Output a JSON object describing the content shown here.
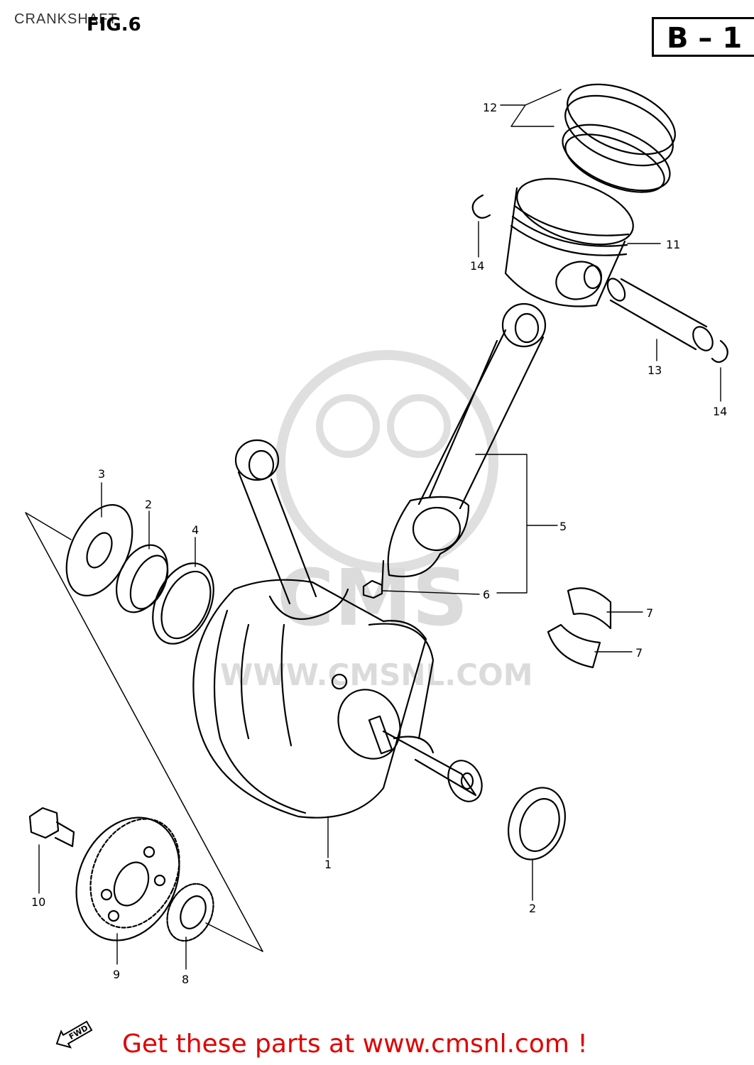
{
  "page_title": "CRANKSHAFT",
  "figure_label": "FIG.6",
  "section_code": "B – 1",
  "watermark": {
    "line1": "CMS",
    "line2": "WWW.CMSNL.COM"
  },
  "fwd_label": "FWD",
  "footer_cta": "Get these parts at www.cmsnl.com !",
  "callouts": {
    "c1": "1",
    "c2a": "2",
    "c2b": "2",
    "c3": "3",
    "c4": "4",
    "c5": "5",
    "c6": "6",
    "c7a": "7",
    "c7b": "7",
    "c8": "8",
    "c9": "9",
    "c10": "10",
    "c11": "11",
    "c12": "12",
    "c13": "13",
    "c14a": "14",
    "c14b": "14"
  }
}
